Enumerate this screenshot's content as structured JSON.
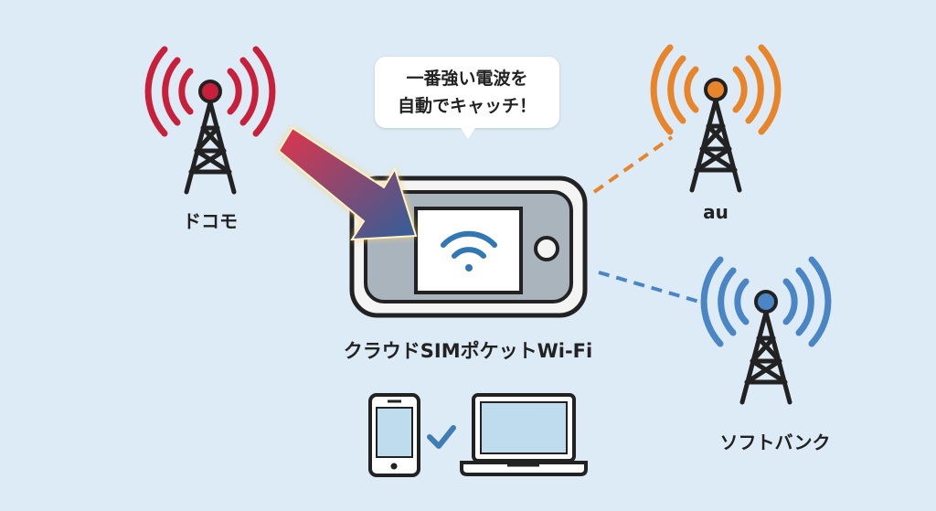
{
  "carriers": [
    {
      "name": "ドコモ",
      "color": "#c8203a"
    },
    {
      "name": "au",
      "color": "#e8852a"
    },
    {
      "name": "ソフトバンク",
      "color": "#4a86c5"
    }
  ],
  "callout": {
    "line1": "一番強い電波を",
    "line2": "自動でキャッチ！"
  },
  "device": {
    "label": "クラウドSIMポケットWi-Fi"
  },
  "colors": {
    "background": "#dcebf5",
    "arrow_start": "#e0344a",
    "arrow_end": "#2f5f9a",
    "outline": "#222222"
  }
}
